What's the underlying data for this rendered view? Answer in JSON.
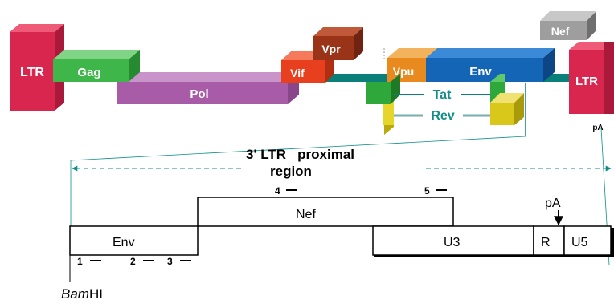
{
  "genome": {
    "ltr_left": "LTR",
    "gag": "Gag",
    "pol": "Pol",
    "vif": "Vif",
    "vpr": "Vpr",
    "vpu": "Vpu",
    "env": "Env",
    "nef": "Nef",
    "ltr_right": "LTR",
    "tat": "Tat",
    "rev": "Rev",
    "pa": "pA"
  },
  "region": {
    "title_line1": "3' LTR   proximal",
    "title_line2": "region"
  },
  "map": {
    "nef": "Nef",
    "env": "Env",
    "u3": "U3",
    "r": "R",
    "u5": "U5",
    "pa": "pA",
    "restriction_italic": "Bam",
    "restriction_rest": "HI",
    "primers": [
      "1",
      "2",
      "3",
      "4",
      "5"
    ]
  },
  "colors": {
    "ltr": "#d8264e",
    "gag": "#3fb64a",
    "pol": "#a85ca8",
    "vif": "#e8401f",
    "vpr": "#9a3418",
    "vpu": "#e98a1f",
    "env": "#1565b6",
    "nef": "#9e9e9e",
    "tat_rev_green": "#2ea83a",
    "tat_rev_yellow": "#d9c81a",
    "teal": "#0b7f7a",
    "text_teal": "#0f8f87"
  }
}
